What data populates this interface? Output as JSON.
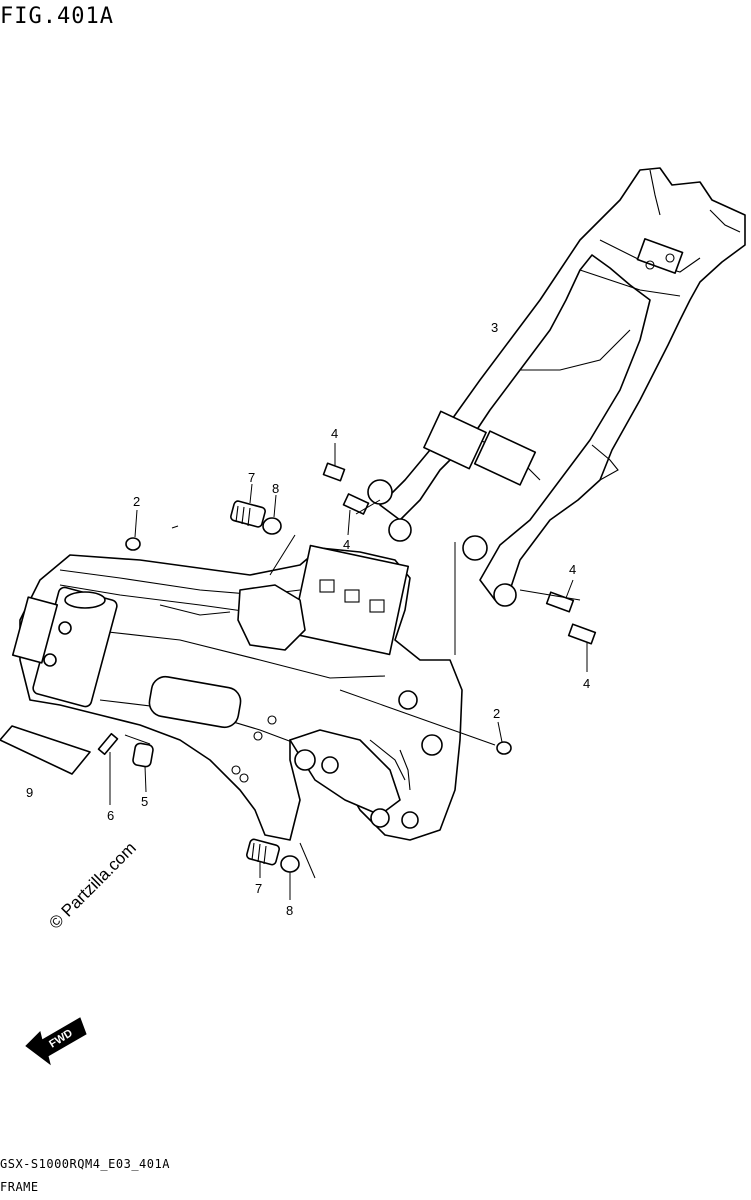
{
  "figure": {
    "title": "FIG.401A"
  },
  "callouts": {
    "c3": "3",
    "c4a": "4",
    "c4b": "4",
    "c4c": "4",
    "c4d": "4",
    "c7a": "7",
    "c8a": "8",
    "c2a": "2",
    "c2b": "2",
    "c9": "9",
    "c6": "6",
    "c5": "5",
    "c7b": "7",
    "c8b": "8"
  },
  "watermark": "© Partzilla.com",
  "fwd_label": "FWD",
  "footer": {
    "code": "GSX-S1000RQM4_E03_401A",
    "name": "FRAME"
  }
}
